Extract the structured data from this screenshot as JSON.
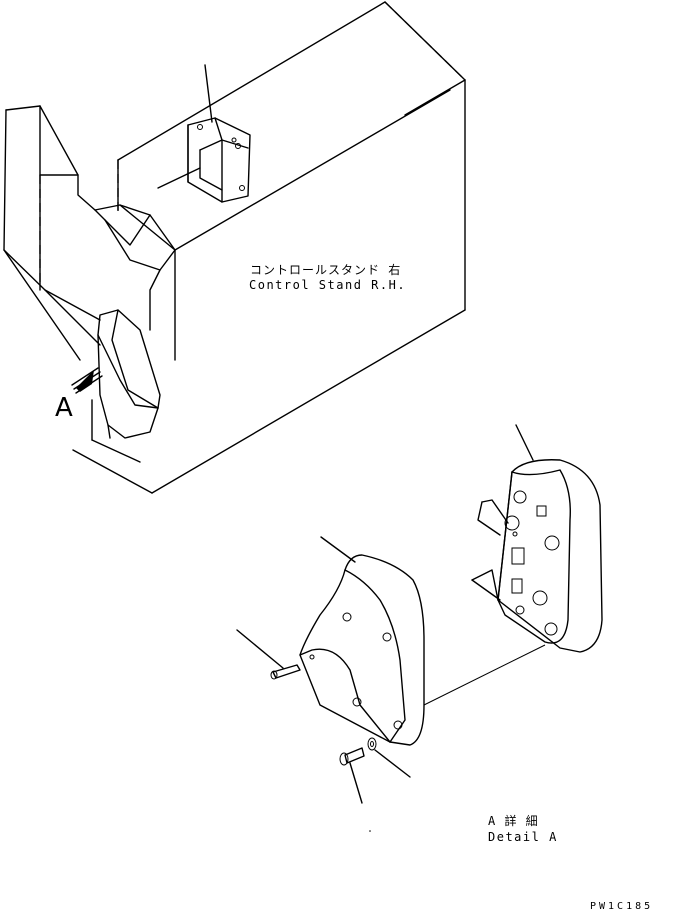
{
  "labels": {
    "stand_jp": "コントロールスタンド 右",
    "stand_en": "Control Stand R.H.",
    "view_marker": "A",
    "detail_jp": "A 詳 細",
    "detail_en": "Detail A",
    "drawing_code": "PW1C185"
  }
}
